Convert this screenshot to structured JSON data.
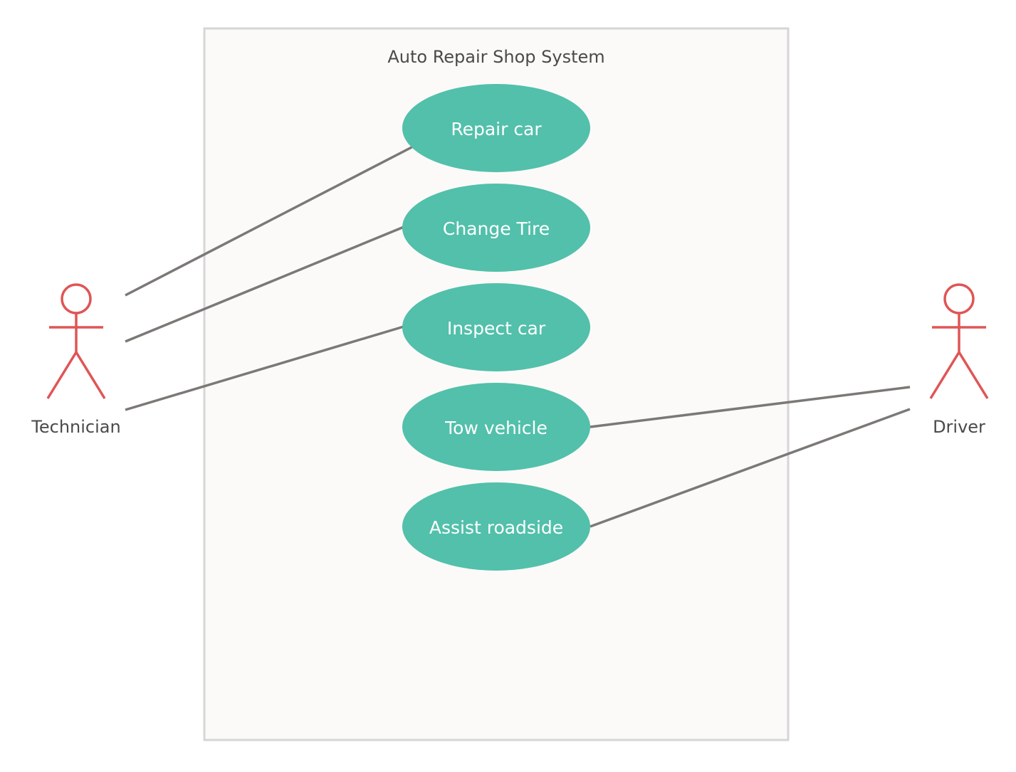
{
  "system": {
    "title": "Auto Repair Shop System"
  },
  "use_cases": [
    {
      "id": "repair-car",
      "label": "Repair car"
    },
    {
      "id": "change-tire",
      "label": "Change Tire"
    },
    {
      "id": "inspect-car",
      "label": "Inspect car"
    },
    {
      "id": "tow-vehicle",
      "label": "Tow vehicle"
    },
    {
      "id": "assist-roadside",
      "label": "Assist roadside"
    }
  ],
  "actors": [
    {
      "id": "technician",
      "label": "Technician"
    },
    {
      "id": "driver",
      "label": "Driver"
    }
  ],
  "associations": [
    {
      "actor": "technician",
      "use_case": "repair-car"
    },
    {
      "actor": "technician",
      "use_case": "change-tire"
    },
    {
      "actor": "technician",
      "use_case": "inspect-car"
    },
    {
      "actor": "driver",
      "use_case": "tow-vehicle"
    },
    {
      "actor": "driver",
      "use_case": "assist-roadside"
    }
  ],
  "colors": {
    "system_fill": "#fbfaf8",
    "system_border": "#d6d6d6",
    "use_case_fill": "#52c0aa",
    "use_case_text": "#ffffff",
    "actor_stroke": "#e05555",
    "association_line": "#7b7876",
    "text": "#4a4a4a"
  }
}
